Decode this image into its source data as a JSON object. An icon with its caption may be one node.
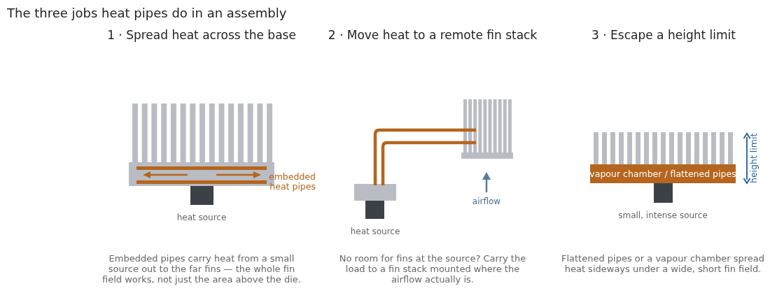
{
  "diagram": {
    "title": "The three jobs heat pipes do in an assembly",
    "nodes": [
      {
        "text": [
          "vapour chamber / flattened pipes"
        ]
      }
    ],
    "labels": [
      "1 · Spread heat across the base",
      "2 · Move heat to a remote fin stack",
      "3 · Escape a height limit",
      "embedded heat pipes",
      "heat source",
      "heat source",
      "airflow",
      "height limit",
      "small, intense source",
      "Embedded pipes carry heat from a small source out to the far fins — the whole fin field works, not just the area above the die.",
      "No room for fins at the source? Carry the load to a fin stack mounted where the airflow actually is.",
      "Flattened pipes or a vapour chamber spread heat sideways under a wide, short fin field."
    ]
  }
}
